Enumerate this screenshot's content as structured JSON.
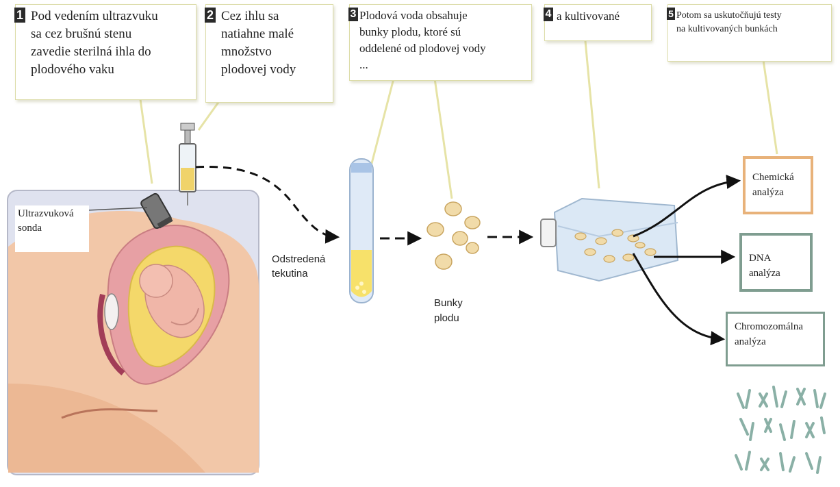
{
  "steps": [
    {
      "num": "1",
      "text": "Pod vedením ultrazvuku\nsa cez brušnú stenu\nzavedie sterilná ihla do\nplodového vaku"
    },
    {
      "num": "2",
      "text": "Cez ihlu sa\nnatiahne malé\nmnožstvo\nplodovej vody"
    },
    {
      "num": "3",
      "text": "Plodová voda obsahuje\nbunky plodu, ktoré sú\noddelené od plodovej vody\n..."
    },
    {
      "num": "4",
      "text": "a kultivované"
    },
    {
      "num": "5",
      "text": "Potom sa uskutočňujú testy\nna kultivovaných bunkách"
    }
  ],
  "labels": {
    "probe": "Ultrazvuková\nsonda",
    "centrifuged": "Odstredená\ntekutina",
    "fetal_cells": "Bunky\nplodu"
  },
  "results": [
    {
      "text": "Chemická\nanalýza",
      "color": "#e8b27a"
    },
    {
      "text": "DNA\nanalýza",
      "color": "#7f9d90"
    },
    {
      "text": "Chromozomálna\nanalýza",
      "color": "#7f9d90"
    }
  ],
  "colors": {
    "skin": "#f2c7a8",
    "uterus": "#e7a0a4",
    "amniotic": "#f4d86a",
    "leader_line": "#e6e3a6",
    "chromosome": "#8ab0a6"
  }
}
